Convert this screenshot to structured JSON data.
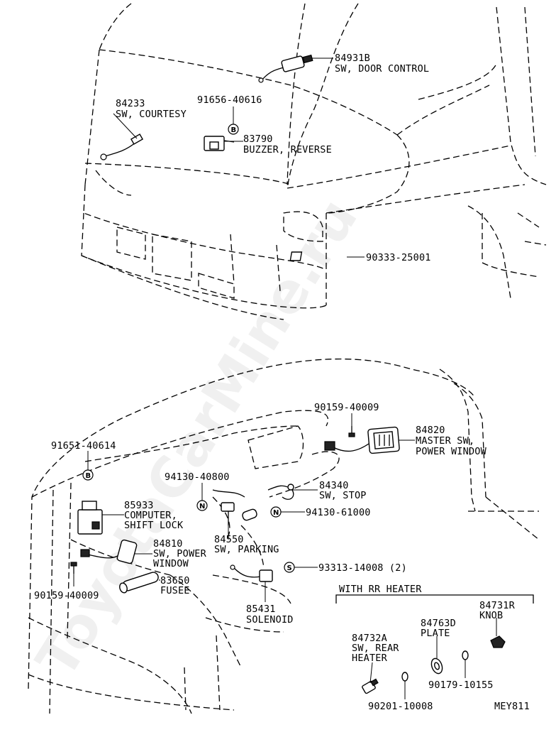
{
  "watermark": "ToyotaCarMine.ru",
  "diagram_code": "MEY811",
  "section_heading": "WITH RR HEATER",
  "parts": [
    {
      "id": "p84931b",
      "number": "84931B",
      "name": "SW, DOOR CONTROL"
    },
    {
      "id": "p84233",
      "number": "84233",
      "name": "SW, COURTESY"
    },
    {
      "id": "p91656",
      "number": "91656-40616",
      "name": ""
    },
    {
      "id": "p83790",
      "number": "83790",
      "name": "BUZZER, REVERSE"
    },
    {
      "id": "p90333",
      "number": "90333-25001",
      "name": ""
    },
    {
      "id": "p90159a",
      "number": "90159-40009",
      "name": ""
    },
    {
      "id": "p84820",
      "number": "84820",
      "name": "MASTER SW,",
      "name2": "POWER WINDOW"
    },
    {
      "id": "p91651",
      "number": "91651-40614",
      "name": ""
    },
    {
      "id": "p94130a",
      "number": "94130-40800",
      "name": ""
    },
    {
      "id": "p84340",
      "number": "84340",
      "name": "SW, STOP"
    },
    {
      "id": "p85933",
      "number": "85933",
      "name": "COMPUTER,",
      "name2": "SHIFT LOCK"
    },
    {
      "id": "p94130b",
      "number": "94130-61000",
      "name": ""
    },
    {
      "id": "p84550",
      "number": "84550",
      "name": "SW, PARKING"
    },
    {
      "id": "p84810",
      "number": "84810",
      "name": "SW, POWER",
      "name2": "WINDOW"
    },
    {
      "id": "p93313",
      "number": "93313-14008 (2)",
      "name": ""
    },
    {
      "id": "p90159b",
      "number": "90159-40009",
      "name": ""
    },
    {
      "id": "p83650",
      "number": "83650",
      "name": "FUSEE"
    },
    {
      "id": "p85431",
      "number": "85431",
      "name": "SOLENOID"
    },
    {
      "id": "p84731r",
      "number": "84731R",
      "name": "KNOB"
    },
    {
      "id": "p84763d",
      "number": "84763D",
      "name": "PLATE"
    },
    {
      "id": "p84732a",
      "number": "84732A",
      "name": "SW, REAR",
      "name2": "HEATER"
    },
    {
      "id": "p90179",
      "number": "90179-10155",
      "name": ""
    },
    {
      "id": "p90201",
      "number": "90201-10008",
      "name": ""
    }
  ],
  "symbols": {
    "b": "B",
    "n": "N",
    "s": "S"
  }
}
